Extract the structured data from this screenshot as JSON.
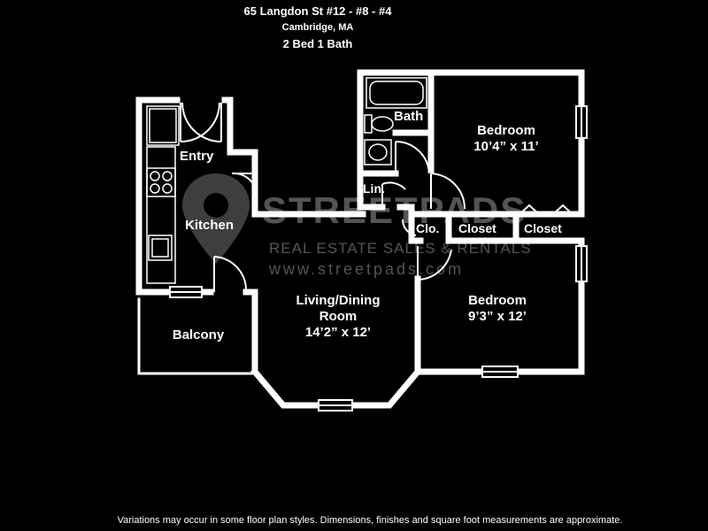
{
  "header": {
    "address": "65 Langdon St #12 - #8 - #4",
    "city": "Cambridge, MA",
    "layout": "2 Bed 1 Bath"
  },
  "rooms": {
    "bath": "Bath",
    "bedroom1": {
      "name": "Bedroom",
      "size": "10’4” x 11’"
    },
    "entry": "Entry",
    "linen": "Lin.",
    "kitchen": "Kitchen",
    "closet_small": "Clo.",
    "closet_mid": "Closet",
    "closet_right": "Closet",
    "living": {
      "name_line1": "Living/Dining",
      "name_line2": "Room",
      "size": "14’2” x 12’"
    },
    "bedroom2": {
      "name": "Bedroom",
      "size": "9’3” x 12’"
    },
    "balcony": "Balcony"
  },
  "watermark": {
    "brand": "STREETPADS",
    "tagline": "REAL ESTATE SALES & RENTALS",
    "url": "www.streetpads.com"
  },
  "footer": "Variations may occur in some floor plan styles. Dimensions, finishes and square foot measurements are approximate.",
  "colors": {
    "background": "#000000",
    "walls": "#ffffff",
    "watermark": "#9a9a9a"
  }
}
